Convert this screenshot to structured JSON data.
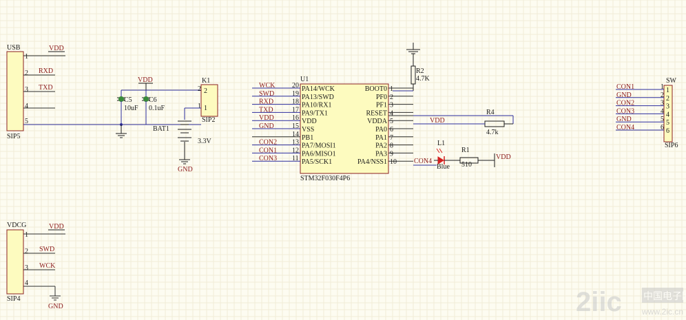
{
  "connectors": {
    "usb": {
      "ref": "USB",
      "part": "SIP5",
      "pins": [
        "1",
        "2",
        "3",
        "4",
        "5"
      ],
      "nets": [
        "VDD",
        "RXD",
        "TXD",
        "",
        ""
      ]
    },
    "vdcg": {
      "ref": "VDCG",
      "part": "SIP4",
      "pins": [
        "1",
        "2",
        "3",
        "4"
      ],
      "nets": [
        "VDD",
        "SWD",
        "WCK",
        "GND"
      ]
    },
    "k1": {
      "ref": "K1",
      "part": "SIP2",
      "pins": [
        "2",
        "1"
      ]
    },
    "sw": {
      "ref": "SW",
      "part": "SIP6",
      "pins": [
        "1",
        "2",
        "3",
        "4",
        "5",
        "6"
      ],
      "nets": [
        "CON1",
        "GND",
        "CON2",
        "CON3",
        "GND",
        "CON4"
      ]
    }
  },
  "power": {
    "vdd_caps": "VDD",
    "c5": {
      "ref": "C5",
      "value": "10uF"
    },
    "c6": {
      "ref": "C6",
      "value": "0.1uF"
    },
    "bat": {
      "ref": "BAT1",
      "value": "3.3V"
    },
    "gnd": "GND"
  },
  "mcu": {
    "ref": "U1",
    "part": "STM32F030F4P6",
    "left_pins": [
      {
        "net": "WCK",
        "num": "20",
        "name": "PA14/WCK"
      },
      {
        "net": "SWD",
        "num": "19",
        "name": "PA13/SWD"
      },
      {
        "net": "RXD",
        "num": "18",
        "name": "PA10/RX1"
      },
      {
        "net": "TXD",
        "num": "17",
        "name": "PA9/TX1"
      },
      {
        "net": "VDD",
        "num": "16",
        "name": "VDD"
      },
      {
        "net": "GND",
        "num": "15",
        "name": "VSS"
      },
      {
        "net": "",
        "num": "14",
        "name": "PB1"
      },
      {
        "net": "CON2",
        "num": "13",
        "name": "PA7/MOSI1"
      },
      {
        "net": "CON1",
        "num": "12",
        "name": "PA6/MISO1"
      },
      {
        "net": "CON3",
        "num": "11",
        "name": "PA5/SCK1"
      }
    ],
    "right_pins": [
      {
        "num": "1",
        "name": "BOOT0"
      },
      {
        "num": "2",
        "name": "PF0"
      },
      {
        "num": "3",
        "name": "PF1"
      },
      {
        "num": "4",
        "name": "RESET"
      },
      {
        "num": "5",
        "name": "VDDA"
      },
      {
        "num": "6",
        "name": "PA0"
      },
      {
        "num": "7",
        "name": "PA1"
      },
      {
        "num": "8",
        "name": "PA2"
      },
      {
        "num": "9",
        "name": "PA3"
      },
      {
        "num": "10",
        "name": "PA4/NSS1"
      }
    ],
    "right_nets": {
      "vdda": "VDD",
      "pa4": "CON4"
    }
  },
  "passives": {
    "r2": {
      "ref": "R2",
      "value": "4.7K"
    },
    "r4": {
      "ref": "R4",
      "value": "4.7k"
    },
    "r1": {
      "ref": "R1",
      "value": "510"
    },
    "l1": {
      "ref": "L1",
      "value": "Blue"
    },
    "r1_net": "VDD"
  },
  "watermark": {
    "text": "中国电子网",
    "domain": "www.2ic.cn"
  },
  "colors": {
    "wire": "#2b2b9c",
    "net": "#8b1a1a",
    "body": "#fdfbbf",
    "background": "#fdfcf1",
    "led": "#d42020"
  }
}
